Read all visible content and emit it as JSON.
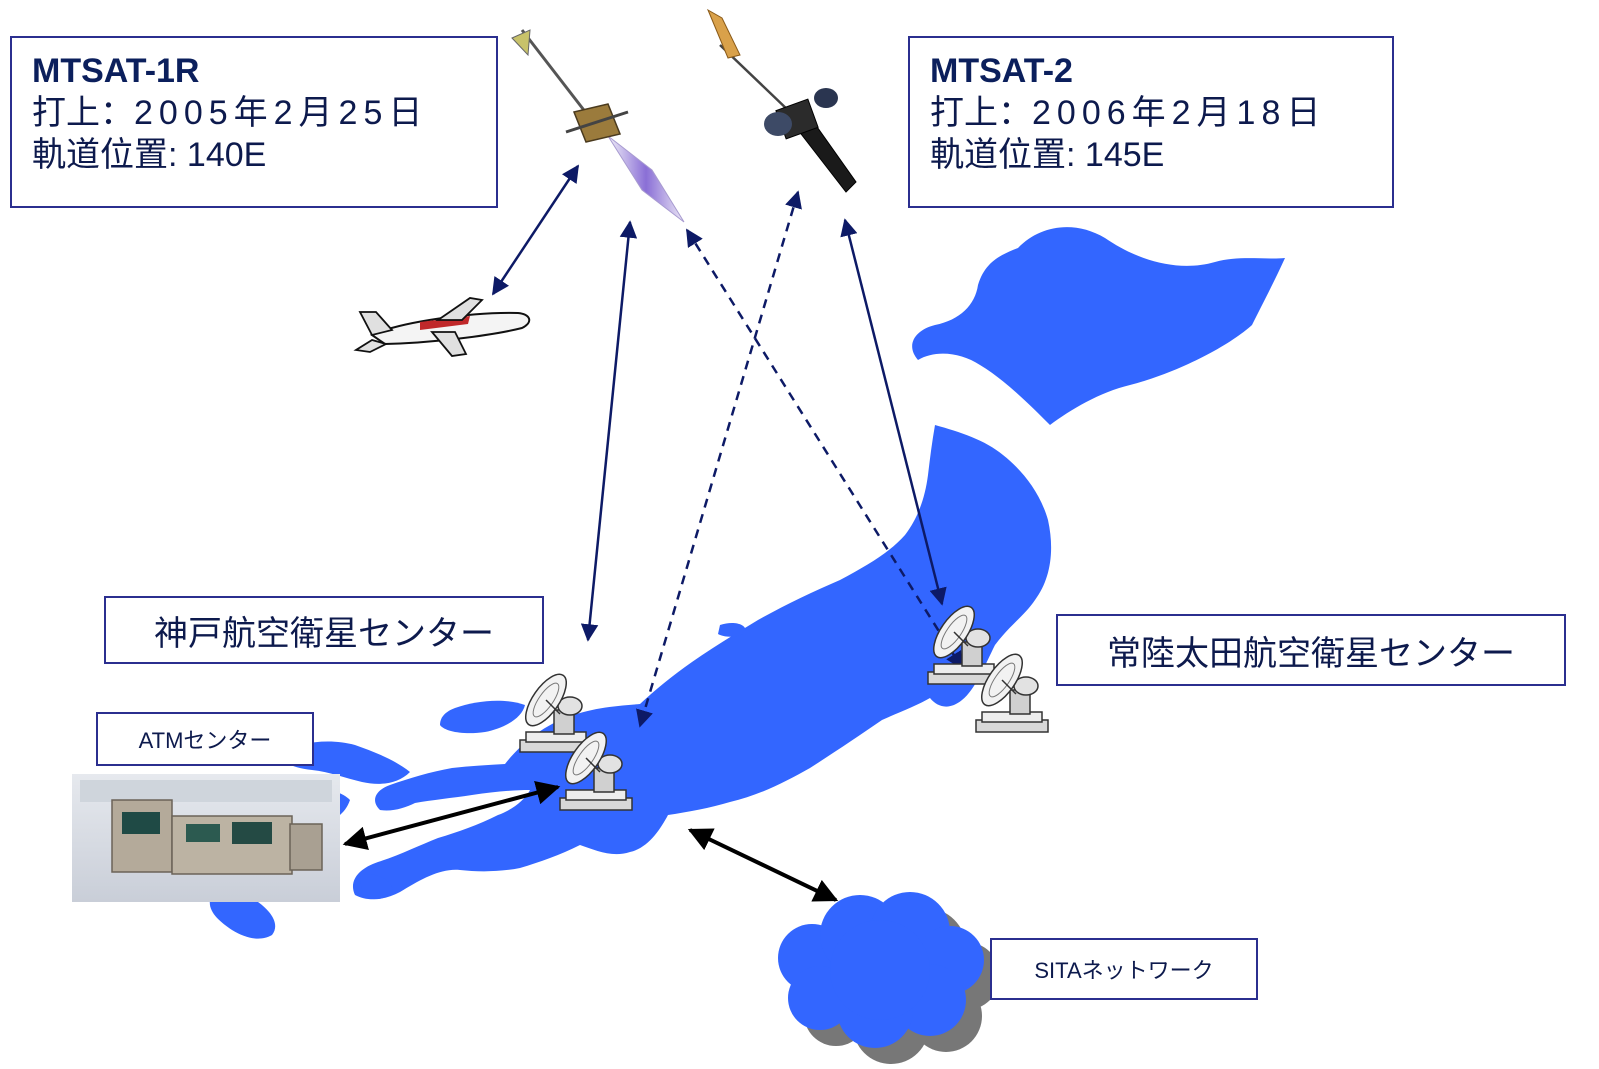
{
  "satellites": [
    {
      "name": "MTSAT-1R",
      "launch_prefix": "打上：",
      "launch_date": "2005年2月25日",
      "orbit_prefix": "軌道位置: ",
      "orbit": "140E"
    },
    {
      "name": "MTSAT-2",
      "launch_prefix": "打上：",
      "launch_date": "2006年2月18日",
      "orbit_prefix": "軌道位置: ",
      "orbit": "145E"
    }
  ],
  "stations": {
    "kobe": "神戸航空衛星センター",
    "hitachiota": "常陸太田航空衛星センター",
    "atm": "ATMセンター",
    "sita": "SITAネットワーク"
  },
  "colors": {
    "map": "#3366ff",
    "link_line": "#0d1a66",
    "box_border": "#2b2f8f",
    "cloud": "#3366ff",
    "cloud_shadow": "#777777"
  },
  "icons": [
    "satellite-icon",
    "airplane-icon",
    "dish-antenna-icon",
    "console-photo",
    "cloud-icon"
  ]
}
